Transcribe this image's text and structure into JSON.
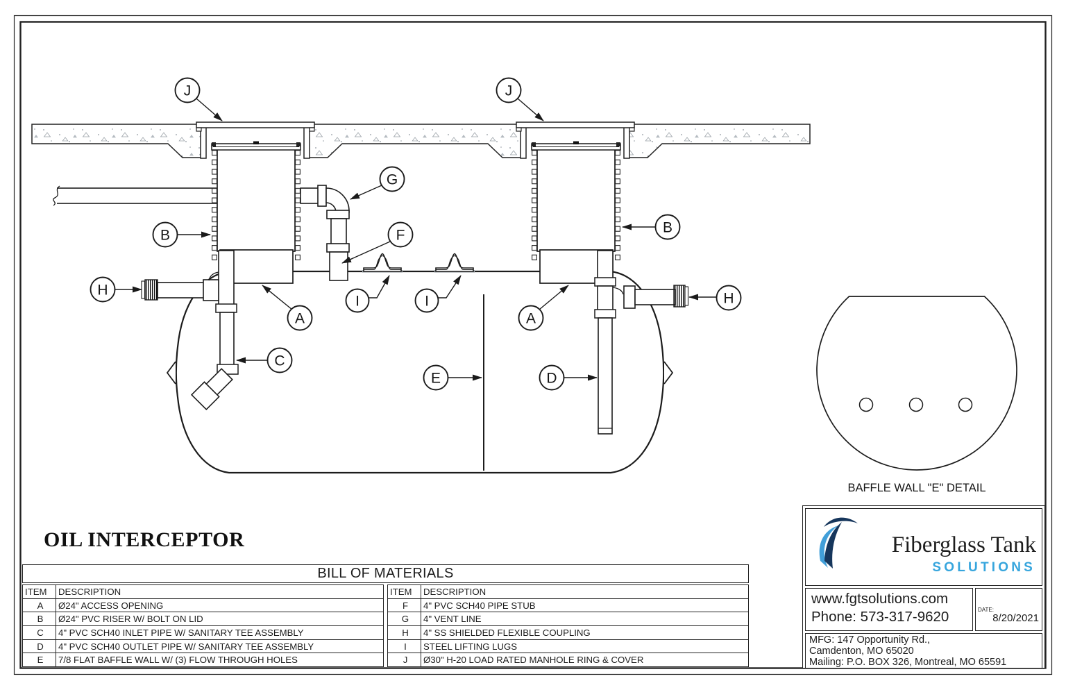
{
  "colors": {
    "line": "#1c1c1c",
    "concrete_stipple": "#a9afb5",
    "lug_base": "#999fa4",
    "brand_dark": "#16365c",
    "brand_light": "#419fd9",
    "brand_sub_text": "#36a5dd"
  },
  "drawing": {
    "title": "OIL INTERCEPTOR",
    "detail_caption": "BAFFLE WALL \"E\" DETAIL",
    "callouts": {
      "j_left": "J",
      "j_right": "J",
      "b_left": "B",
      "b_right": "B",
      "g": "G",
      "f": "F",
      "h_left": "H",
      "h_right": "H",
      "a_left": "A",
      "a_right": "A",
      "c": "C",
      "d": "D",
      "e": "E",
      "i_left": "I",
      "i_right": "I"
    }
  },
  "bom": {
    "title": "BILL OF MATERIALS",
    "headers": {
      "item": "ITEM",
      "description": "DESCRIPTION"
    },
    "left_rows": [
      {
        "item": "A",
        "description": "Ø24\" ACCESS OPENING"
      },
      {
        "item": "B",
        "description": "Ø24\" PVC RISER W/ BOLT ON LID"
      },
      {
        "item": "C",
        "description": "4\" PVC SCH40 INLET PIPE W/ SANITARY TEE ASSEMBLY"
      },
      {
        "item": "D",
        "description": "4\" PVC SCH40 OUTLET PIPE W/ SANITARY TEE ASSEMBLY"
      },
      {
        "item": "E",
        "description": "7/8 FLAT BAFFLE WALL W/ (3) FLOW THROUGH HOLES"
      }
    ],
    "right_rows": [
      {
        "item": "F",
        "description": "4\" PVC SCH40 PIPE STUB"
      },
      {
        "item": "G",
        "description": "4\" VENT LINE"
      },
      {
        "item": "H",
        "description": "4\" SS SHIELDED FLEXIBLE COUPLING"
      },
      {
        "item": "I",
        "description": "STEEL LIFTING LUGS"
      },
      {
        "item": "J",
        "description": "Ø30\" H-20 LOAD RATED MANHOLE RING & COVER"
      }
    ]
  },
  "title_block": {
    "brand_name": "Fiberglass Tank",
    "brand_sub": "SOLUTIONS",
    "website": "www.fgtsolutions.com",
    "phone": "Phone: 573-317-9620",
    "date_label": "DATE:",
    "date_value": "8/20/2021",
    "mfg_line1": "MFG: 147 Opportunity Rd.,",
    "mfg_line2": "Camdenton, MO 65020",
    "mailing_line": "Mailing: P.O. BOX 326, Montreal, MO 65591"
  }
}
